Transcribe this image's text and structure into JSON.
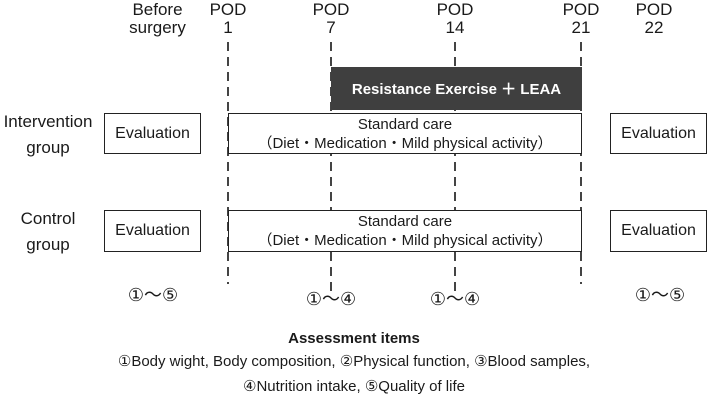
{
  "timeline": {
    "before": [
      "Before",
      "surgery"
    ],
    "pod1": [
      "POD",
      "1"
    ],
    "pod7": [
      "POD",
      "7"
    ],
    "pod14": [
      "POD",
      "14"
    ],
    "pod21": [
      "POD",
      "21"
    ],
    "pod22": [
      "POD",
      "22"
    ]
  },
  "exercise_label": "Resistance Exercise ＋ LEAA",
  "groups": {
    "intervention": [
      "Intervention",
      "group"
    ],
    "control": [
      "Control",
      "group"
    ]
  },
  "evaluation_label": "Evaluation",
  "standard_care": {
    "line1": "Standard care",
    "line2": "（Diet・Medication・Mild physical activity）"
  },
  "timepoint_items": {
    "before": "①～⑤",
    "pod7": "①～④",
    "pod14": "①～④",
    "pod22": "①～⑤"
  },
  "assessment": {
    "title": "Assessment items",
    "line1": "①Body wight, Body composition, ②Physical function, ③Blood samples,",
    "line2": "④Nutrition intake, ⑤Quality of life"
  }
}
